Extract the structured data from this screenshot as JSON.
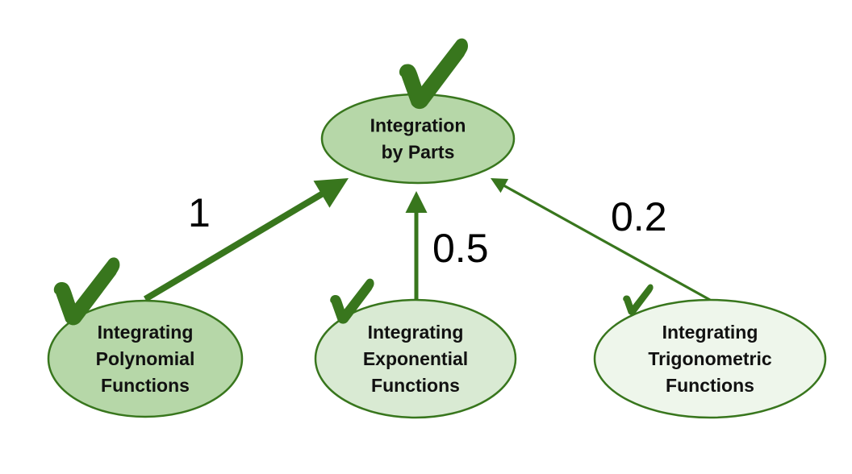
{
  "diagram": {
    "type": "prerequisite-graph",
    "colors": {
      "stroke": "#38761d",
      "check": "#38761d",
      "mastered_fill": "#b6d7a8",
      "partial_fill": "#d9ead3",
      "light_fill": "#eef6eb",
      "text": "#111111"
    },
    "nodes": [
      {
        "id": "parts",
        "lines": [
          "Integration",
          "by Parts"
        ],
        "fill": "mastered_fill",
        "check_icon": "checkmark-icon",
        "check_size": "large"
      },
      {
        "id": "polynomial",
        "lines": [
          "Integrating",
          "Polynomial",
          "Functions"
        ],
        "fill": "mastered_fill",
        "check_icon": "checkmark-icon",
        "check_size": "large"
      },
      {
        "id": "exponential",
        "lines": [
          "Integrating",
          "Exponential",
          "Functions"
        ],
        "fill": "partial_fill",
        "check_icon": "checkmark-icon",
        "check_size": "medium"
      },
      {
        "id": "trigonometric",
        "lines": [
          "Integrating",
          "Trigonometric",
          "Functions"
        ],
        "fill": "light_fill",
        "check_icon": "checkmark-icon",
        "check_size": "small"
      }
    ],
    "edges": [
      {
        "from": "polynomial",
        "to": "parts",
        "weight": 1,
        "label": "1"
      },
      {
        "from": "exponential",
        "to": "parts",
        "weight": 0.5,
        "label": "0.5"
      },
      {
        "from": "trigonometric",
        "to": "parts",
        "weight": 0.2,
        "label": "0.2"
      }
    ]
  }
}
